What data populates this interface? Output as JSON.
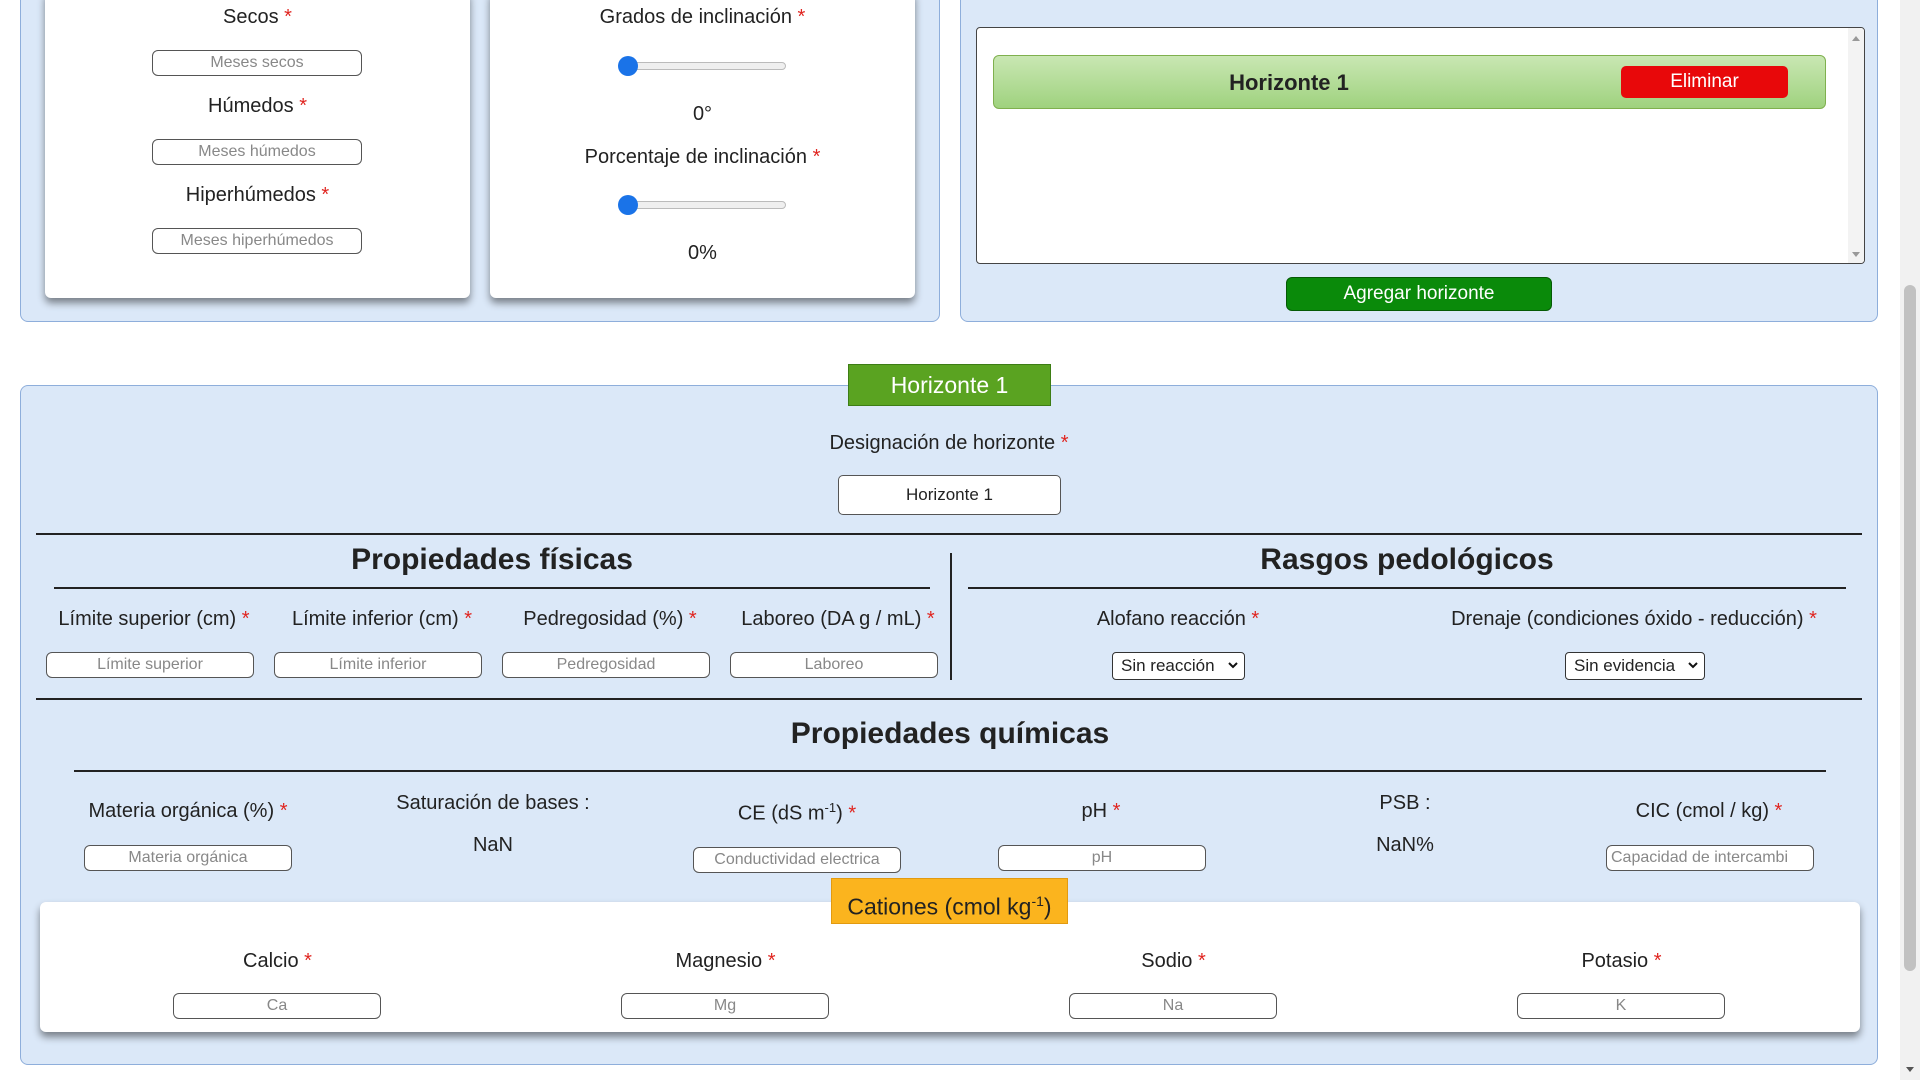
{
  "climate": {
    "secos_label": "Secos",
    "secos_placeholder": "Meses secos",
    "humedos_label": "Húmedos",
    "humedos_placeholder": "Meses húmedos",
    "hiperhumedos_label": "Hiperhúmedos",
    "hiperhumedos_placeholder": "Meses hiperhúmedos"
  },
  "slope": {
    "grados_label": "Grados de inclinación",
    "grados_value": "0°",
    "grados_level": 0,
    "porcentaje_label": "Porcentaje de inclinación",
    "porcentaje_value": "0%",
    "porcentaje_level": 0
  },
  "horizons": {
    "items": [
      {
        "name": "Horizonte 1",
        "delete_label": "Eliminar"
      }
    ],
    "add_label": "Agregar horizonte"
  },
  "horizon_form": {
    "tab_title": "Horizonte 1",
    "designation_label": "Designación de horizonte",
    "designation_value": "Horizonte 1"
  },
  "physical": {
    "title": "Propiedades físicas",
    "fields": [
      {
        "label": "Límite superior (cm)",
        "placeholder": "Límite superior"
      },
      {
        "label": "Límite inferior (cm)",
        "placeholder": "Límite inferior"
      },
      {
        "label": "Pedregosidad (%)",
        "placeholder": "Pedregosidad"
      },
      {
        "label": "Laboreo (DA g / mL)",
        "placeholder": "Laboreo"
      }
    ]
  },
  "pedologic": {
    "title": "Rasgos pedológicos",
    "alofano_label": "Alofano reacción",
    "alofano_value": "Sin reacción",
    "drenaje_label": "Drenaje (condiciones óxido - reducción)",
    "drenaje_value": "Sin evidencia"
  },
  "chemical": {
    "title": "Propiedades químicas",
    "materia_label": "Materia orgánica (%)",
    "materia_placeholder": "Materia orgánica",
    "saturacion_label": "Saturación de bases :",
    "saturacion_value": "NaN",
    "ce_label": "CE (dS m",
    "ce_sup": "-1",
    "ce_close": ")",
    "ce_placeholder": "Conductividad electrica",
    "ph_label": "pH",
    "ph_placeholder": "pH",
    "psb_label": "PSB :",
    "psb_value": "NaN%",
    "cic_label": "CIC (cmol / kg)",
    "cic_placeholder": "Capacidad de intercambi"
  },
  "cations": {
    "title_main": "Cationes (cmol kg",
    "title_sup": "-1",
    "title_close": ")",
    "fields": [
      {
        "label": "Calcio",
        "placeholder": "Ca"
      },
      {
        "label": "Magnesio",
        "placeholder": "Mg"
      },
      {
        "label": "Sodio",
        "placeholder": "Na"
      },
      {
        "label": "Potasio",
        "placeholder": "K"
      }
    ]
  },
  "colors": {
    "panel_bg": "#dbe8f8",
    "green_button": "#0a8a0a",
    "tab_green": "#5aa321",
    "delete_red": "#e8080a",
    "cations_orange": "#fbb41e",
    "slider_blue": "#1a73e8"
  }
}
